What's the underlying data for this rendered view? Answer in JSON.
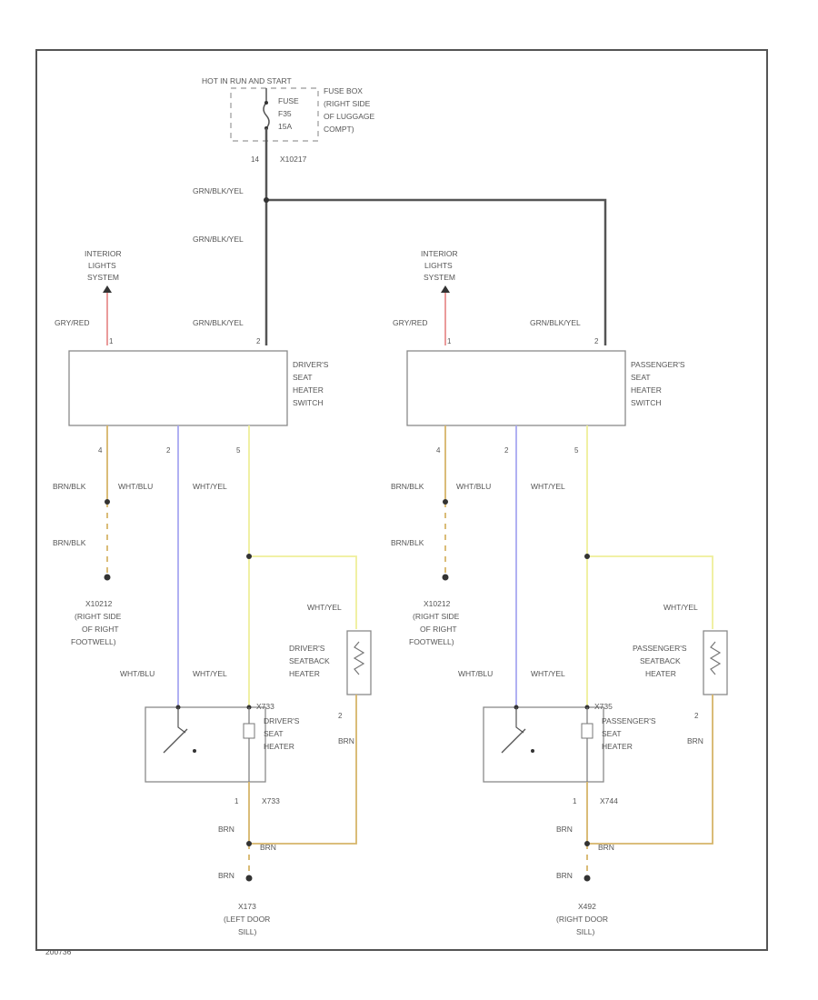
{
  "power_source": {
    "header": "HOT IN RUN AND START",
    "fuse_lines": [
      "FUSE",
      "F35",
      "15A"
    ],
    "fuse_box_lines": [
      "FUSE BOX",
      "(RIGHT SIDE",
      "OF LUGGAGE",
      "COMPT)"
    ],
    "pin": "14",
    "connector": "X10217"
  },
  "splice_wire_label": "GRN/BLK/YEL",
  "wire_labels": {
    "grn_blk_yel": "GRN/BLK/YEL",
    "gry_red": "GRY/RED",
    "brn_blk": "BRN/BLK",
    "wht_blu": "WHT/BLU",
    "wht_yel": "WHT/YEL",
    "brn": "BRN"
  },
  "interior_lights_lines": [
    "INTERIOR",
    "LIGHTS",
    "SYSTEM"
  ],
  "ground_lines": [
    "X10212",
    "(RIGHT SIDE",
    "OF RIGHT",
    "FOOTWELL)"
  ],
  "left_side": {
    "switch_lines": [
      "DRIVER'S",
      "SEAT",
      "HEATER",
      "SWITCH"
    ],
    "seatback_lines": [
      "DRIVER'S",
      "SEATBACK",
      "HEATER"
    ],
    "heater_lines": [
      "DRIVER'S",
      "SEAT",
      "HEATER"
    ],
    "heater_connector": "X733",
    "lower_connector": "X733",
    "ground_lines": [
      "X173",
      "(LEFT DOOR",
      "SILL)"
    ],
    "switch_pin_left": "1",
    "switch_pin_right": "2",
    "bottom_pins": [
      "4",
      "2",
      "5"
    ],
    "seatback_pin": "2",
    "heater_pin": "1"
  },
  "right_side": {
    "switch_lines": [
      "PASSENGER'S",
      "SEAT",
      "HEATER",
      "SWITCH"
    ],
    "seatback_lines": [
      "PASSENGER'S",
      "SEATBACK",
      "HEATER"
    ],
    "heater_lines": [
      "PASSENGER'S",
      "SEAT",
      "HEATER"
    ],
    "heater_connector": "X735",
    "lower_connector": "X744",
    "ground_lines": [
      "X492",
      "(RIGHT DOOR",
      "SILL)"
    ],
    "switch_pin_left": "1",
    "switch_pin_right": "2",
    "bottom_pins": [
      "4",
      "2",
      "5"
    ],
    "seatback_pin": "2",
    "heater_pin": "1"
  },
  "figure_id": "200736",
  "colors": {
    "frame": "#555555",
    "power_wire": "#555555",
    "red_wire": "#e89090",
    "blue_wire": "#a8a8f0",
    "yellow_wire": "#efef9a",
    "brown_wire": "#d6b56a",
    "component_border": "#8a8a8a",
    "label_text": "#555555"
  }
}
